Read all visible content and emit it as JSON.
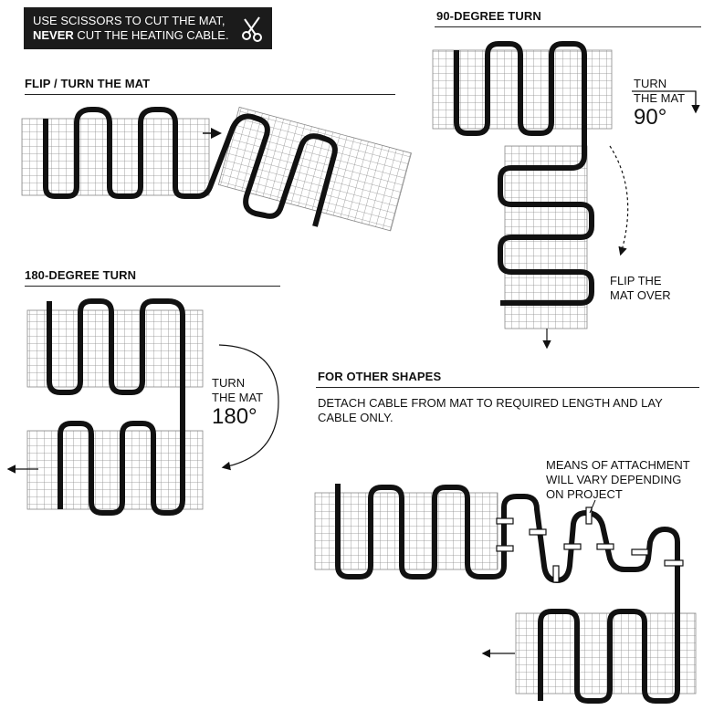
{
  "banner": {
    "line1": "USE SCISSORS TO CUT THE MAT,",
    "line2_strong": "NEVER",
    "line2_rest": " CUT THE HEATING CABLE.",
    "icon": "scissors-icon"
  },
  "sections": {
    "flip": {
      "title": "FLIP / TURN THE MAT"
    },
    "turn90": {
      "title": "90-DEGREE TURN",
      "turn_label_1": "TURN",
      "turn_label_2": "THE MAT",
      "angle": "90°",
      "flip_1": "FLIP THE",
      "flip_2": "MAT OVER"
    },
    "turn180": {
      "title": "180-DEGREE TURN",
      "turn_label_1": "TURN",
      "turn_label_2": "THE MAT",
      "angle": "180°"
    },
    "other": {
      "title": "FOR OTHER SHAPES",
      "desc_1": "DETACH CABLE FROM MAT TO REQUIRED LENGTH AND LAY",
      "desc_2": "CABLE ONLY.",
      "note_1": "MEANS OF ATTACHMENT",
      "note_2": "WILL VARY DEPENDING",
      "note_3": "ON PROJECT"
    }
  },
  "colors": {
    "cable": "#111111",
    "grid": "#888888",
    "banner_bg": "#1b1b1b"
  }
}
